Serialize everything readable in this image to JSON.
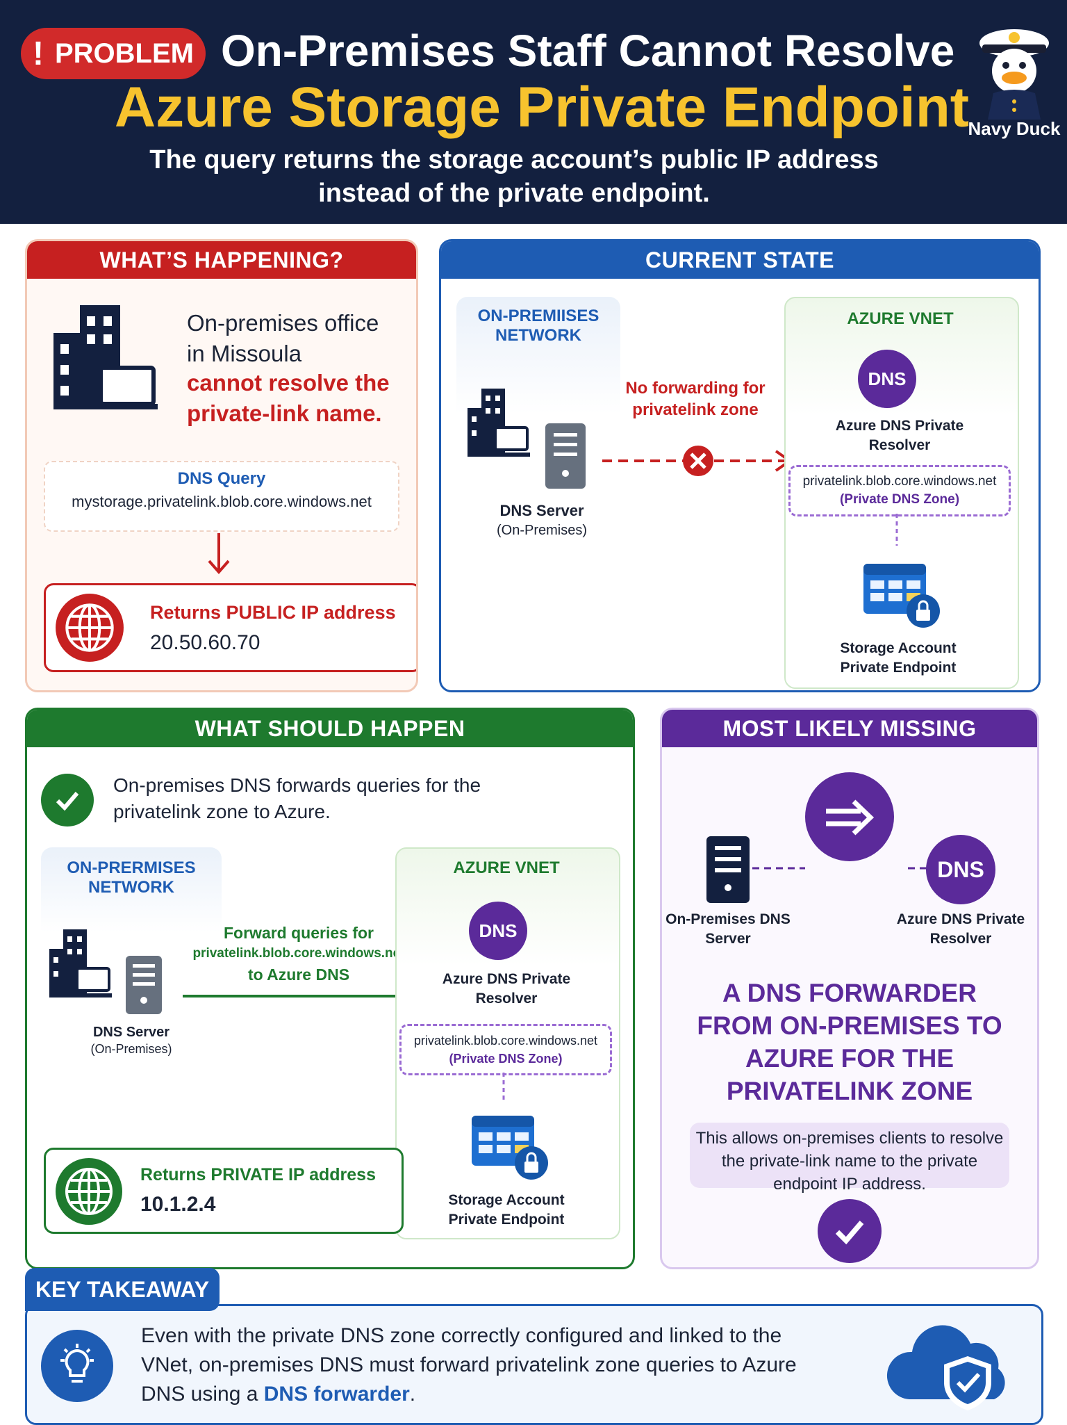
{
  "header": {
    "badge_label": "PROBLEM",
    "title_line1": "On-Premises Staff Cannot Resolve",
    "title_line2": "Azure Storage Private Endpoint",
    "subtitle": "The query returns the storage account’s public IP address instead of the private endpoint.",
    "mascot_label": "Navy Duck"
  },
  "whats_happening": {
    "title": "WHAT’S HAPPENING?",
    "office_text": "On-premises office in Missoula",
    "problem_text": "cannot resolve the private-link name.",
    "query_label": "DNS Query",
    "query_value": "mystorage.privatelink.blob.core.windows.net",
    "result_label": "Returns PUBLIC IP address",
    "result_ip": "20.50.60.70"
  },
  "current_state": {
    "title": "CURRENT STATE",
    "onprem_label": "ON-PREMIISES NETWORK",
    "dns_server_label": "DNS Server",
    "dns_server_sub": "(On-Premises)",
    "no_forward_label": "No forwarding for privatelink zone",
    "azure_label": "AZURE VNET",
    "dns_badge": "DNS",
    "resolver_label": "Azure DNS Private Resolver",
    "zone_name": "privatelink.blob.core.windows.net",
    "zone_type": "(Private DNS Zone)",
    "storage_label": "Storage Account Private Endpoint"
  },
  "should_happen": {
    "title": "WHAT SHOULD HAPPEN",
    "intro": "On-premises DNS forwards queries for the privatelink zone to Azure.",
    "onprem_label": "ON-PRERMISES NETWORK",
    "dns_server_label": "DNS Server",
    "dns_server_sub": "(On-Premises)",
    "forward_line1": "Forward queries for",
    "forward_line2": "privatelink.blob.core.windows.net",
    "forward_line3": "to Azure DNS",
    "azure_label": "AZURE VNET",
    "dns_badge": "DNS",
    "resolver_label": "Azure DNS Private Resolver",
    "zone_name": "privatelink.blob.core.windows.net",
    "zone_type": "(Private DNS Zone)",
    "storage_label": "Storage Account Private Endpoint",
    "result_label": "Returns PRIVATE IP address",
    "result_ip": "10.1.2.4"
  },
  "missing": {
    "title": "MOST LIKELY MISSING",
    "onprem_label": "On-Premises DNS Server",
    "resolver_label": "Azure DNS Private Resolver",
    "dns_badge": "DNS",
    "headline": "A DNS FORWARDER FROM ON-PREMISES TO AZURE FOR THE PRIVATELINK ZONE",
    "explanation": "This allows on-premises clients to resolve the private-link name to the private endpoint IP address."
  },
  "takeaway": {
    "title": "KEY TAKEAWAY",
    "text_before": "Even with the private DNS zone correctly configured and linked to the VNet, on-premises DNS must forward privatelink zone queries to Azure DNS using a ",
    "text_highlight": "DNS forwarder",
    "text_after": "."
  },
  "colors": {
    "navy": "#13203f",
    "accent_yellow": "#f7c32e",
    "problem_red": "#c62020",
    "blue": "#1e5cb3",
    "green": "#1e7a2e",
    "purple": "#5b2a9a"
  }
}
